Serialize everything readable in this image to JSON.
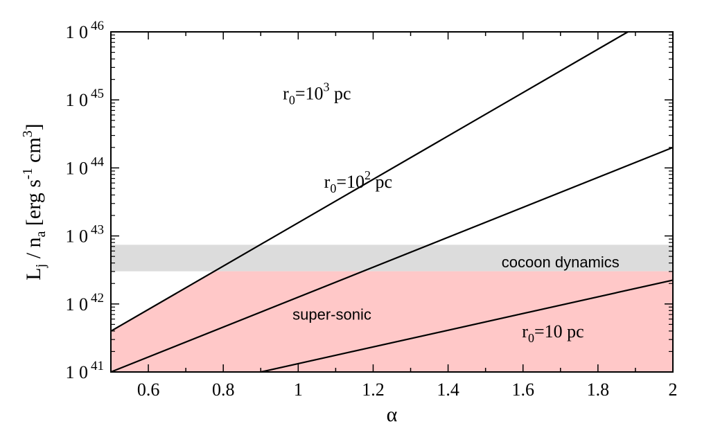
{
  "chart_data": {
    "type": "line",
    "xlabel": "α",
    "ylabel": {
      "main": "L",
      "sub1": "j",
      "mid": " / n",
      "sub2": "a",
      "bracket_open": " [erg s",
      "sup1": "-1",
      "cm": " cm",
      "sup2": "3",
      "bracket_close": "]"
    },
    "xlim": [
      0.5,
      2.0
    ],
    "ylim_log10": [
      41,
      46
    ],
    "y_scale": "log",
    "x_ticks": [
      {
        "value": 0.6,
        "label": "0.6"
      },
      {
        "value": 0.8,
        "label": "0.8"
      },
      {
        "value": 1.0,
        "label": "1"
      },
      {
        "value": 1.2,
        "label": "1.2"
      },
      {
        "value": 1.4,
        "label": "1.4"
      },
      {
        "value": 1.6,
        "label": "1.6"
      },
      {
        "value": 1.8,
        "label": "1.8"
      },
      {
        "value": 2.0,
        "label": "2"
      }
    ],
    "y_ticks": [
      {
        "log10": 41,
        "base": "1 0",
        "exp": "41"
      },
      {
        "log10": 42,
        "base": "1 0",
        "exp": "42"
      },
      {
        "log10": 43,
        "base": "1 0",
        "exp": "43"
      },
      {
        "log10": 44,
        "base": "1 0",
        "exp": "44"
      },
      {
        "log10": 45,
        "base": "1 0",
        "exp": "45"
      },
      {
        "log10": 46,
        "base": "1 0",
        "exp": "46"
      }
    ],
    "series": [
      {
        "name": "r0=10^3 pc",
        "x": [
          0.5,
          1.88
        ],
        "y_log10": [
          41.6,
          46.0
        ],
        "label": {
          "r": "r",
          "sub": "0",
          "eq": "=10",
          "sup": "3",
          "unit": " pc",
          "at_x": 1.05,
          "at_log10": 45.1
        }
      },
      {
        "name": "r0=10^2 pc",
        "x": [
          0.5,
          2.0
        ],
        "y_log10": [
          41.0,
          44.3
        ],
        "label": {
          "r": "r",
          "sub": "0",
          "eq": "=10",
          "sup": "2",
          "unit": " pc",
          "at_x": 1.16,
          "at_log10": 43.8
        }
      },
      {
        "name": "r0=10 pc",
        "x": [
          0.9,
          2.0
        ],
        "y_log10": [
          41.0,
          42.35
        ],
        "label": {
          "r": "r",
          "sub": "0",
          "eq": "=10",
          "sup": "",
          "unit": " pc",
          "at_x": 1.68,
          "at_log10": 41.6
        }
      }
    ],
    "regions": [
      {
        "name": "cocoon dynamics",
        "log10_min": 42.48,
        "log10_max": 42.87,
        "color": "#dcdcdc",
        "label_at_x": 1.7,
        "label_at_log10": 42.62
      },
      {
        "name": "super-sonic",
        "color": "#ffc8c8",
        "bounded_by_series": "r0=10^3 pc",
        "log10_top": 42.48,
        "label_at_x": 1.09,
        "label_at_log10": 41.85
      }
    ]
  }
}
